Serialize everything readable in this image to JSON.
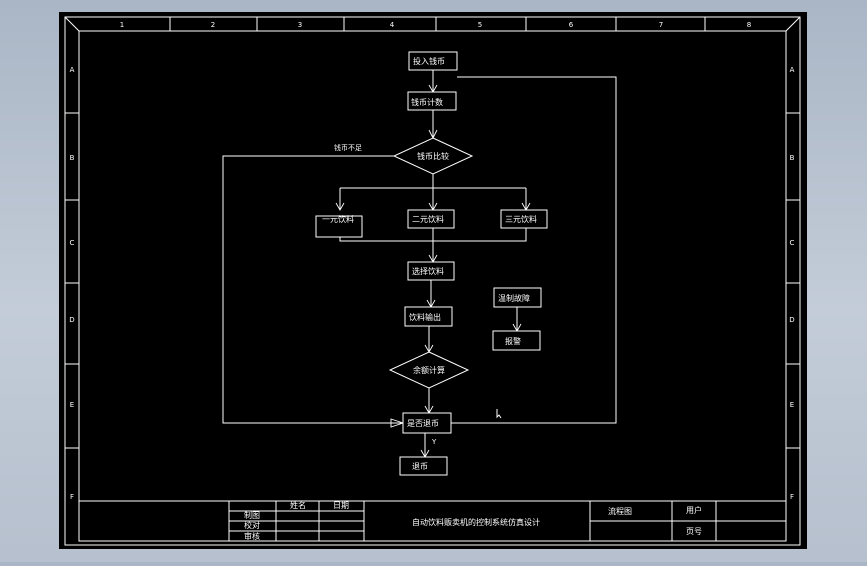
{
  "colors": {
    "background": "#b8c2d0",
    "canvas": "#000000",
    "line": "#ffffff"
  },
  "frame": {
    "col_labels": [
      "1",
      "2",
      "3",
      "4",
      "5",
      "6",
      "7",
      "8"
    ],
    "row_labels": [
      "A",
      "B",
      "C",
      "D",
      "E",
      "F"
    ]
  },
  "flow": {
    "coin_in": "投入钱币",
    "coin_count": "钱币计数",
    "coin_compare": "钱币比较",
    "insufficient": "钱币不足",
    "drink1": "一元饮料",
    "drink2": "二元饮料",
    "drink3": "三元饮料",
    "select": "选择饮料",
    "output": "饮料输出",
    "balance": "余额计算",
    "refund_q": "是否退币",
    "yes": "Y",
    "refund": "退币",
    "fault": "温制故障",
    "alarm": "报警"
  },
  "title_block": {
    "col_name": "姓名",
    "col_date": "日期",
    "row_draw": "制图",
    "row_check": "校对",
    "row_review": "审核",
    "project": "自动饮料贩卖机的控制系统仿真设计",
    "drawing": "流程图",
    "user": "用户",
    "page": "页号"
  }
}
